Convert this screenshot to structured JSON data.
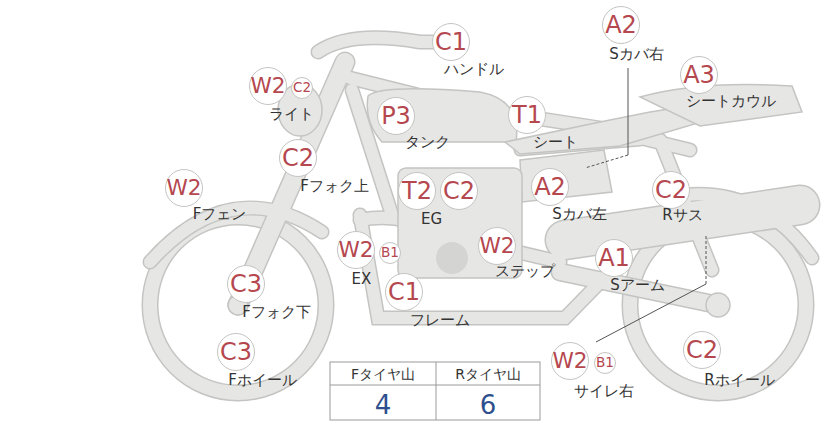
{
  "diagram": {
    "nodes": [
      {
        "text": [
          "A2",
          "Sカバ右"
        ]
      },
      {
        "text": [
          "C1",
          "ハンドル"
        ]
      },
      {
        "text": [
          "A3",
          "シートカウル"
        ]
      },
      {
        "text": [
          "W2",
          "ライト"
        ]
      },
      {
        "text": [
          "C2"
        ]
      },
      {
        "text": [
          "P3",
          "タンク"
        ]
      },
      {
        "text": [
          "T1",
          "シート"
        ]
      },
      {
        "text": [
          "C2",
          "Fフォク上"
        ]
      },
      {
        "text": [
          "W2",
          "Fフェン"
        ]
      },
      {
        "text": [
          "T2",
          "EG"
        ]
      },
      {
        "text": [
          "C2"
        ]
      },
      {
        "text": [
          "A2",
          "Sカバ左"
        ]
      },
      {
        "text": [
          "C2",
          "Rサス"
        ]
      },
      {
        "text": [
          "W2",
          "EX"
        ]
      },
      {
        "text": [
          "B1"
        ]
      },
      {
        "text": [
          "W2",
          "ステップ"
        ]
      },
      {
        "text": [
          "A1",
          "Sアーム"
        ]
      },
      {
        "text": [
          "C3",
          "Fフォク下"
        ]
      },
      {
        "text": [
          "C1",
          "フレーム"
        ]
      },
      {
        "text": [
          "C3",
          "Fホイール"
        ]
      },
      {
        "text": [
          "W2",
          "サイレ右"
        ]
      },
      {
        "text": [
          "B1"
        ]
      },
      {
        "text": [
          "C2",
          "Rホイール"
        ]
      }
    ],
    "edges": [],
    "labels": [
      "Fタイヤ山",
      "Rタイヤ山",
      "4",
      "6"
    ]
  }
}
